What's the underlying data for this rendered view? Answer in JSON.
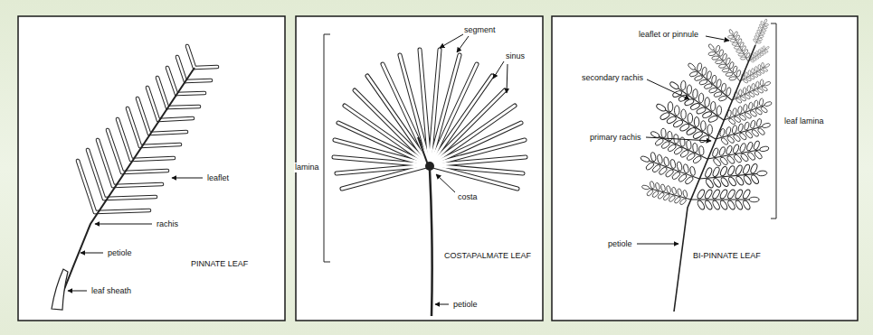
{
  "diagram": {
    "labels": [
      "leaflet",
      "rachis",
      "PINNATE LEAF",
      "petiole",
      "leaf sheath",
      "segment",
      "sinus",
      "lamina",
      "costa",
      "COSTAPALMATE LEAF",
      "petiole",
      "leaflet or pinnule",
      "secondary rachis",
      "leaf lamina",
      "primary rachis",
      "petiole",
      "BI-PINNATE LEAF"
    ]
  }
}
